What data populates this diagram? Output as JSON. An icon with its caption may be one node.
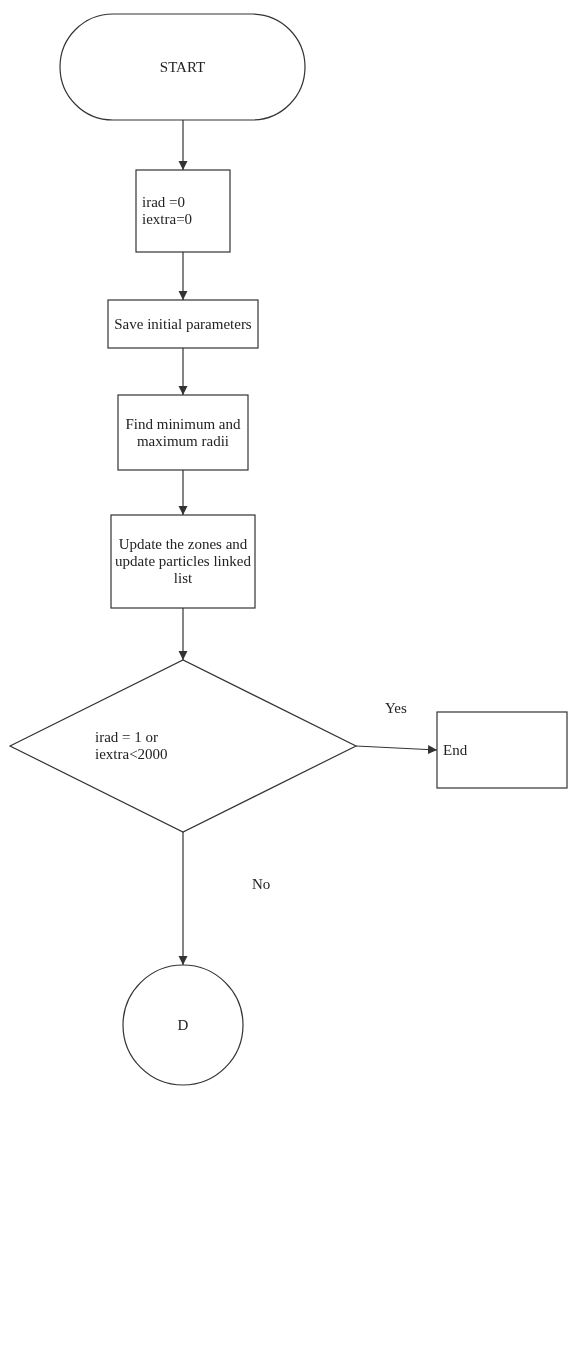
{
  "diagram": {
    "nodes": [
      {
        "text": [
          "START"
        ]
      },
      {
        "text": [
          "irad =0",
          "iextra=0"
        ]
      },
      {
        "text": [
          "Save initial parameters"
        ]
      },
      {
        "text": [
          "Find minimum and maximum radii"
        ]
      },
      {
        "text": [
          "Update the zones and update particles linked list"
        ]
      },
      {
        "text": [
          "irad = 1 or iextra<2000"
        ]
      },
      {
        "text": [
          "End"
        ]
      },
      {
        "text": [
          "D"
        ]
      }
    ],
    "edges": [
      {
        "from": 0,
        "to": 1,
        "arrow": "to"
      },
      {
        "from": 1,
        "to": 2,
        "arrow": "to"
      },
      {
        "from": 2,
        "to": 3,
        "arrow": "to"
      },
      {
        "from": 3,
        "to": 4,
        "arrow": "to"
      },
      {
        "from": 4,
        "to": 5,
        "arrow": "to"
      },
      {
        "from": 5,
        "to": 6,
        "arrow": "to",
        "label": "Yes"
      },
      {
        "from": 5,
        "to": 7,
        "arrow": "to",
        "label": "No"
      }
    ]
  }
}
